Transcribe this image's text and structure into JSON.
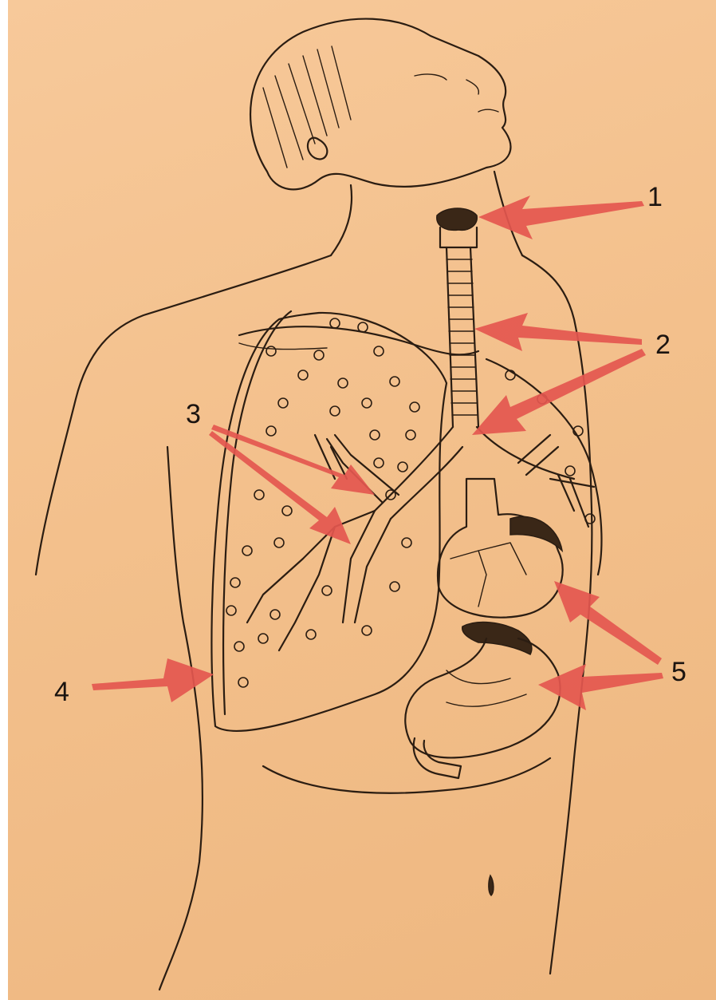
{
  "figure": {
    "labels": [
      "1",
      "2",
      "3",
      "4",
      "5"
    ],
    "colors": {
      "paper": "#f3c08c",
      "ink": "#2b1d12",
      "arrow": "#e4574f"
    }
  }
}
